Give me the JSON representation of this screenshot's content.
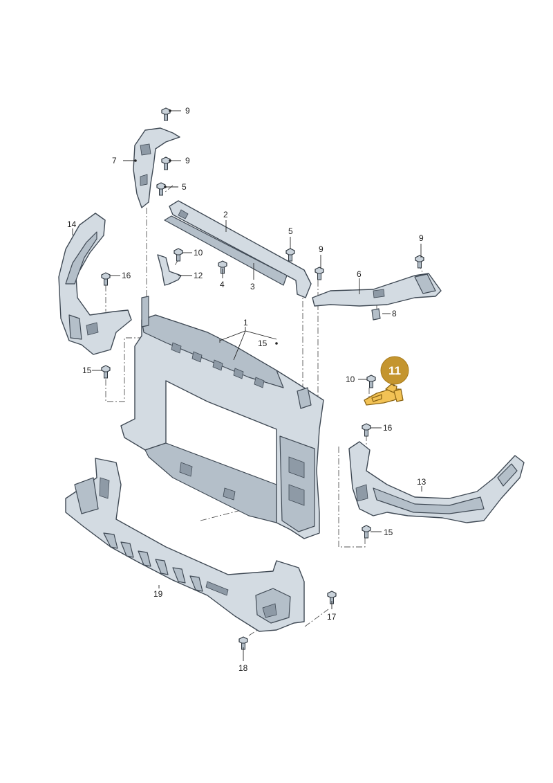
{
  "diagram": {
    "highlight": {
      "label": "11",
      "color": "#c4952f"
    },
    "callouts": {
      "c1": "1",
      "c2": "2",
      "c3": "3",
      "c4": "4",
      "c5a": "5",
      "c5b": "5",
      "c6": "6",
      "c7": "7",
      "c8": "8",
      "c9a": "9",
      "c9b": "9",
      "c9c": "9",
      "c9d": "9",
      "c10a": "10",
      "c10b": "10",
      "c12": "12",
      "c13": "13",
      "c14": "14",
      "c15a": "15",
      "c15b": "15",
      "c15c": "15",
      "c16a": "16",
      "c16b": "16",
      "c17": "17",
      "c18": "18",
      "c19": "19"
    }
  }
}
